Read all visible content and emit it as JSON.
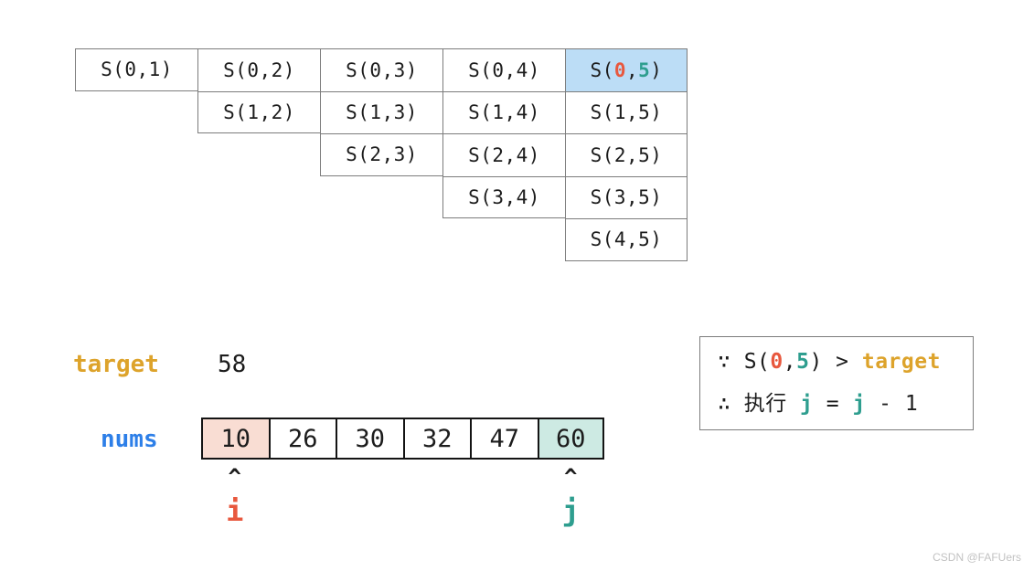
{
  "colors": {
    "red": "#E8583E",
    "teal": "#2E9E8F",
    "gold": "#DDA32B",
    "blue": "#2D7FE8",
    "highlight_blue": "#BCDDF6",
    "pink": "#F9DDD3",
    "mint": "#CDEAE3",
    "table_border": "#7C7C7C",
    "array_border": "#141414",
    "text": "#1C1C1C",
    "watermark": "#C2C2C2"
  },
  "s_table": {
    "rows": 5,
    "cols": 5,
    "cells": [
      {
        "row": 0,
        "col": 0,
        "text": "S(0,1)"
      },
      {
        "row": 0,
        "col": 1,
        "text": "S(0,2)"
      },
      {
        "row": 0,
        "col": 2,
        "text": "S(0,3)"
      },
      {
        "row": 0,
        "col": 3,
        "text": "S(0,4)"
      },
      {
        "row": 0,
        "col": 4,
        "highlight": true,
        "parts": [
          {
            "t": "S("
          },
          {
            "t": "0",
            "color": "red",
            "bold": true
          },
          {
            "t": ","
          },
          {
            "t": "5",
            "color": "teal",
            "bold": true
          },
          {
            "t": ")"
          }
        ]
      },
      {
        "row": 1,
        "col": 1,
        "text": "S(1,2)"
      },
      {
        "row": 1,
        "col": 2,
        "text": "S(1,3)"
      },
      {
        "row": 1,
        "col": 3,
        "text": "S(1,4)"
      },
      {
        "row": 1,
        "col": 4,
        "text": "S(1,5)"
      },
      {
        "row": 2,
        "col": 2,
        "text": "S(2,3)"
      },
      {
        "row": 2,
        "col": 3,
        "text": "S(2,4)"
      },
      {
        "row": 2,
        "col": 4,
        "text": "S(2,5)"
      },
      {
        "row": 3,
        "col": 3,
        "text": "S(3,4)"
      },
      {
        "row": 3,
        "col": 4,
        "text": "S(3,5)"
      },
      {
        "row": 4,
        "col": 4,
        "text": "S(4,5)"
      }
    ]
  },
  "target": {
    "label": "target",
    "value": "58"
  },
  "nums": {
    "label": "nums",
    "cells": [
      {
        "value": "10",
        "bg": "pink"
      },
      {
        "value": "26"
      },
      {
        "value": "30"
      },
      {
        "value": "32"
      },
      {
        "value": "47"
      },
      {
        "value": "60",
        "bg": "mint"
      }
    ]
  },
  "pointers": [
    {
      "caret": "^",
      "label": "i",
      "color": "red",
      "cell": 0
    },
    {
      "caret": "^",
      "label": "j",
      "color": "teal",
      "cell": 5
    }
  ],
  "inference_box": {
    "lines": [
      {
        "parts": [
          {
            "t": "∵ S("
          },
          {
            "t": "0",
            "color": "red",
            "bold": true
          },
          {
            "t": ","
          },
          {
            "t": "5",
            "color": "teal",
            "bold": true
          },
          {
            "t": ") > "
          },
          {
            "t": "target",
            "color": "gold",
            "bold": true
          }
        ]
      },
      {
        "parts": [
          {
            "t": "∴ 执行 "
          },
          {
            "t": "j",
            "color": "teal",
            "bold": true
          },
          {
            "t": " = "
          },
          {
            "t": "j",
            "color": "teal",
            "bold": true
          },
          {
            "t": " - 1"
          }
        ]
      }
    ]
  },
  "watermark": "CSDN @FAFUers"
}
